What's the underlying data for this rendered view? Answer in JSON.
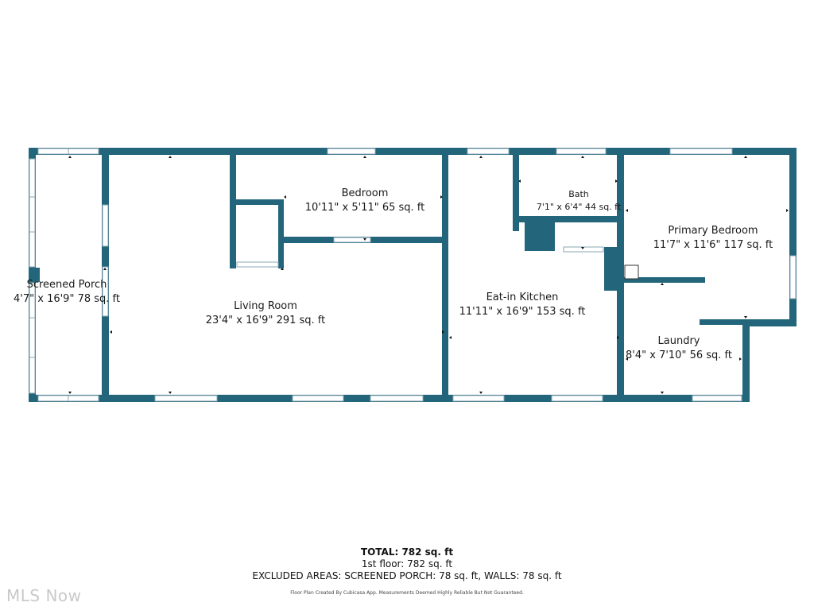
{
  "colors": {
    "wall": "#23657a",
    "window_frame": "#8aa8b4",
    "window_fill": "#ffffff",
    "text": "#1a1a1a",
    "watermark": "#c9c9c9"
  },
  "rooms": [
    {
      "id": "screened-porch",
      "name": "Screened Porch",
      "dims": "4'7\" x 16'9\" 78 sq. ft"
    },
    {
      "id": "living-room",
      "name": "Living Room",
      "dims": "23'4\" x 16'9\" 291 sq. ft"
    },
    {
      "id": "bedroom",
      "name": "Bedroom",
      "dims": "10'11\" x 5'11\" 65 sq. ft"
    },
    {
      "id": "eat-in-kitchen",
      "name": "Eat-in Kitchen",
      "dims": "11'11\" x 16'9\" 153 sq. ft"
    },
    {
      "id": "bath",
      "name": "Bath",
      "dims": "7'1\" x 6'4\" 44 sq. ft"
    },
    {
      "id": "primary-bedroom",
      "name": "Primary Bedroom",
      "dims": "11'7\" x 11'6\" 117 sq. ft"
    },
    {
      "id": "laundry",
      "name": "Laundry",
      "dims": "8'4\" x 7'10\" 56 sq. ft"
    }
  ],
  "summary": {
    "total": "TOTAL: 782 sq. ft",
    "floor": "1st floor: 782 sq. ft",
    "excluded": "EXCLUDED AREAS: SCREENED PORCH: 78 sq. ft, WALLS: 78 sq. ft"
  },
  "disclaimer": "Floor Plan Created By Cubicasa App. Measurements Deemed Highly Reliable But Not Guaranteed.",
  "watermark": "MLS Now"
}
